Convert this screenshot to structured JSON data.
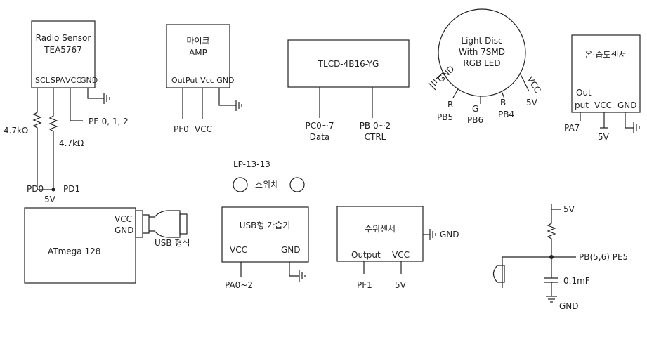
{
  "radio": {
    "title1": "Radio Sensor",
    "title2": "TEA5767",
    "pin_scl": "SCL",
    "pin_spa": "SPA",
    "pin_vcc": "VCC",
    "pin_gnd": "GND",
    "r1": "4.7kΩ",
    "r2": "4.7kΩ",
    "pe": "PE 0, 1, 2",
    "pd0": "PD0",
    "pd1": "PD1",
    "v5": "5V"
  },
  "mic": {
    "title1": "마이크",
    "title2": "AMP",
    "pins": "OutPut Vcc GND",
    "pf0": "PF0",
    "vcc": "VCC"
  },
  "lcd": {
    "title": "TLCD-4B16-YG",
    "pc": "PC0~7",
    "data": "Data",
    "pb": "PB 0~2",
    "ctrl": "CTRL"
  },
  "disc": {
    "l1": "Light Disc",
    "l2": "With 7SMD",
    "l3": "RGB LED",
    "gnd": "GND",
    "vcc": "VCC",
    "r": "R",
    "g": "G",
    "b": "B",
    "pb5": "PB5",
    "pb6": "PB6",
    "pb4": "PB4",
    "v5": "5V"
  },
  "temp": {
    "title": "온·습도센서",
    "out1": "Out",
    "out2": "put",
    "vcc": "VCC",
    "gnd": "GND",
    "pa7": "PA7",
    "v5": "5V"
  },
  "switch": {
    "model": "LP-13-13",
    "label": "스위치"
  },
  "atmega": {
    "title": "ATmega 128",
    "vcc": "VCC",
    "gnd": "GND",
    "usb": "USB 형식"
  },
  "humid": {
    "title": "USB형 가습기",
    "vcc": "VCC",
    "gnd": "GND",
    "pa": "PA0~2"
  },
  "water": {
    "title": "수위센서",
    "gnd": "GND",
    "output": "Output",
    "vcc": "VCC",
    "pf1": "PF1",
    "v5": "5V"
  },
  "button": {
    "v5": "5V",
    "pb": "PB(5,6) PE5",
    "cap": "0.1mF",
    "gnd": "GND"
  }
}
